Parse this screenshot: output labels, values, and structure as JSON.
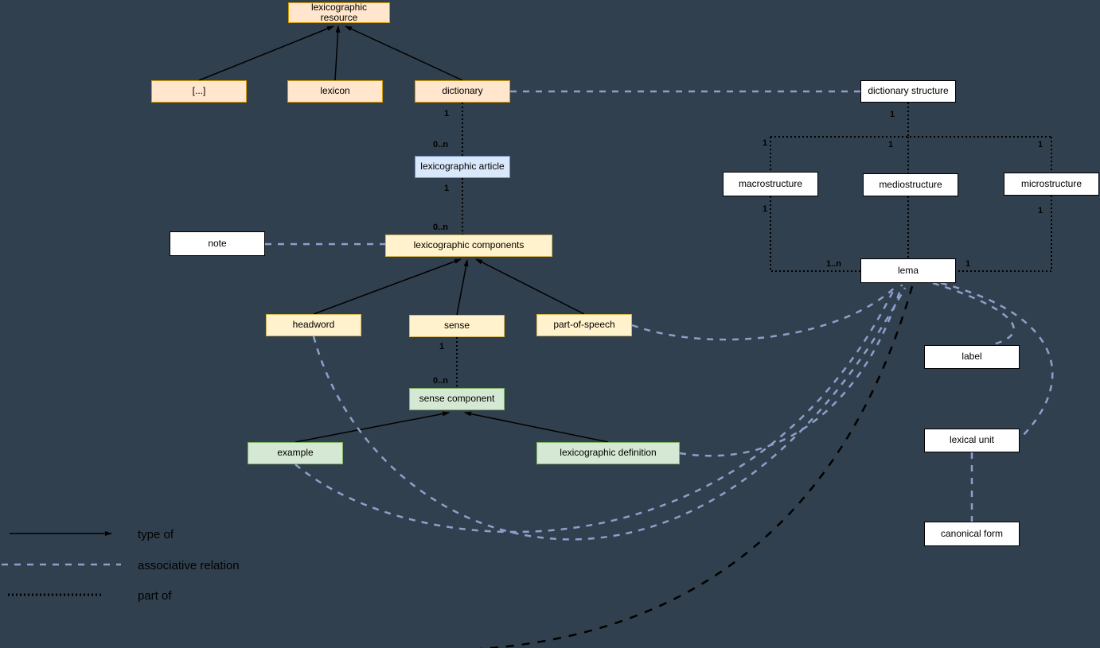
{
  "colors": {
    "background": "#31404e",
    "type_of_line": "#000000",
    "associative_line": "#8e9fc9",
    "part_of_line": "#000000",
    "peach_fill": "#ffe6cc",
    "peach_border": "#d79b00",
    "blue_fill": "#dae8fc",
    "blue_border": "#6c8ebf",
    "yellow_fill": "#fff2cc",
    "yellow_border": "#d6b656",
    "green_fill": "#d5e8d4",
    "green_border": "#82b366",
    "white_fill": "#ffffff",
    "white_border": "#000000"
  },
  "nodes": [
    {
      "id": "lexicographic-resource",
      "label": "lexicographic resource"
    },
    {
      "id": "ellipsis",
      "label": "[...]"
    },
    {
      "id": "lexicon",
      "label": "lexicon"
    },
    {
      "id": "dictionary",
      "label": "dictionary"
    },
    {
      "id": "lexicographic-article",
      "label": "lexicographic article"
    },
    {
      "id": "note",
      "label": "note"
    },
    {
      "id": "lexicographic-components",
      "label": "lexicographic components"
    },
    {
      "id": "headword",
      "label": "headword"
    },
    {
      "id": "sense",
      "label": "sense"
    },
    {
      "id": "part-of-speech",
      "label": "part-of-speech"
    },
    {
      "id": "sense-component",
      "label": "sense component"
    },
    {
      "id": "example",
      "label": "example"
    },
    {
      "id": "lexicographic-definition",
      "label": "lexicographic definition"
    },
    {
      "id": "dictionary-structure",
      "label": "dictionary structure"
    },
    {
      "id": "macrostructure",
      "label": "macrostructure"
    },
    {
      "id": "mediostructure",
      "label": "mediostructure"
    },
    {
      "id": "microstructure",
      "label": "microstructure"
    },
    {
      "id": "lema",
      "label": "lema"
    },
    {
      "id": "label",
      "label": "label"
    },
    {
      "id": "lexical-unit",
      "label": "lexical unit"
    },
    {
      "id": "canonical-form",
      "label": "canonical form"
    }
  ],
  "multiplicities": [
    {
      "text": "1"
    },
    {
      "text": "0..n"
    },
    {
      "text": "1"
    },
    {
      "text": "0..n"
    },
    {
      "text": "1"
    },
    {
      "text": "0..n"
    },
    {
      "text": "1"
    },
    {
      "text": "1"
    },
    {
      "text": "1"
    },
    {
      "text": "1"
    },
    {
      "text": "1"
    },
    {
      "text": "1"
    },
    {
      "text": "1..n"
    },
    {
      "text": "1"
    }
  ],
  "relations": [
    {
      "from": "[...]",
      "to": "lexicographic resource",
      "type": "type of"
    },
    {
      "from": "lexicon",
      "to": "lexicographic resource",
      "type": "type of"
    },
    {
      "from": "dictionary",
      "to": "lexicographic resource",
      "type": "type of"
    },
    {
      "from": "dictionary",
      "to": "lexicographic article",
      "type": "part of",
      "from_card": "1",
      "to_card": "0..n"
    },
    {
      "from": "lexicographic article",
      "to": "lexicographic components",
      "type": "part of",
      "from_card": "1",
      "to_card": "0..n"
    },
    {
      "from": "note",
      "to": "lexicographic components",
      "type": "associative relation"
    },
    {
      "from": "headword",
      "to": "lexicographic components",
      "type": "type of"
    },
    {
      "from": "sense",
      "to": "lexicographic components",
      "type": "type of"
    },
    {
      "from": "part-of-speech",
      "to": "lexicographic components",
      "type": "type of"
    },
    {
      "from": "sense",
      "to": "sense component",
      "type": "part of",
      "from_card": "1",
      "to_card": "0..n"
    },
    {
      "from": "example",
      "to": "sense component",
      "type": "type of"
    },
    {
      "from": "lexicographic definition",
      "to": "sense component",
      "type": "type of"
    },
    {
      "from": "dictionary",
      "to": "dictionary structure",
      "type": "associative relation"
    },
    {
      "from": "dictionary structure",
      "to": "macrostructure",
      "type": "part of",
      "from_card": "1",
      "to_card": "1"
    },
    {
      "from": "dictionary structure",
      "to": "mediostructure",
      "type": "part of",
      "from_card": "1",
      "to_card": "1"
    },
    {
      "from": "dictionary structure",
      "to": "microstructure",
      "type": "part of",
      "from_card": "1",
      "to_card": "1"
    },
    {
      "from": "macrostructure",
      "to": "lema",
      "type": "part of",
      "from_card": "1",
      "to_card": "1..n"
    },
    {
      "from": "microstructure",
      "to": "lema",
      "type": "part of",
      "from_card": "1",
      "to_card": "1"
    },
    {
      "from": "lema",
      "to": "part-of-speech",
      "type": "associative relation"
    },
    {
      "from": "lema",
      "to": "lexicographic definition",
      "type": "associative relation"
    },
    {
      "from": "lema",
      "to": "example",
      "type": "associative relation"
    },
    {
      "from": "lema",
      "to": "headword",
      "type": "associative relation"
    },
    {
      "from": "lema",
      "to": "label",
      "type": "associative relation"
    },
    {
      "from": "lema",
      "to": "lexical unit",
      "type": "associative relation"
    },
    {
      "from": "lexical unit",
      "to": "canonical form",
      "type": "associative relation"
    }
  ],
  "legend": {
    "items": [
      {
        "label": "type of",
        "style": "solid-arrow",
        "color": "#000000"
      },
      {
        "label": "associative relation",
        "style": "dashed",
        "color": "#8e9fc9"
      },
      {
        "label": "part of",
        "style": "dotted",
        "color": "#000000"
      }
    ]
  }
}
